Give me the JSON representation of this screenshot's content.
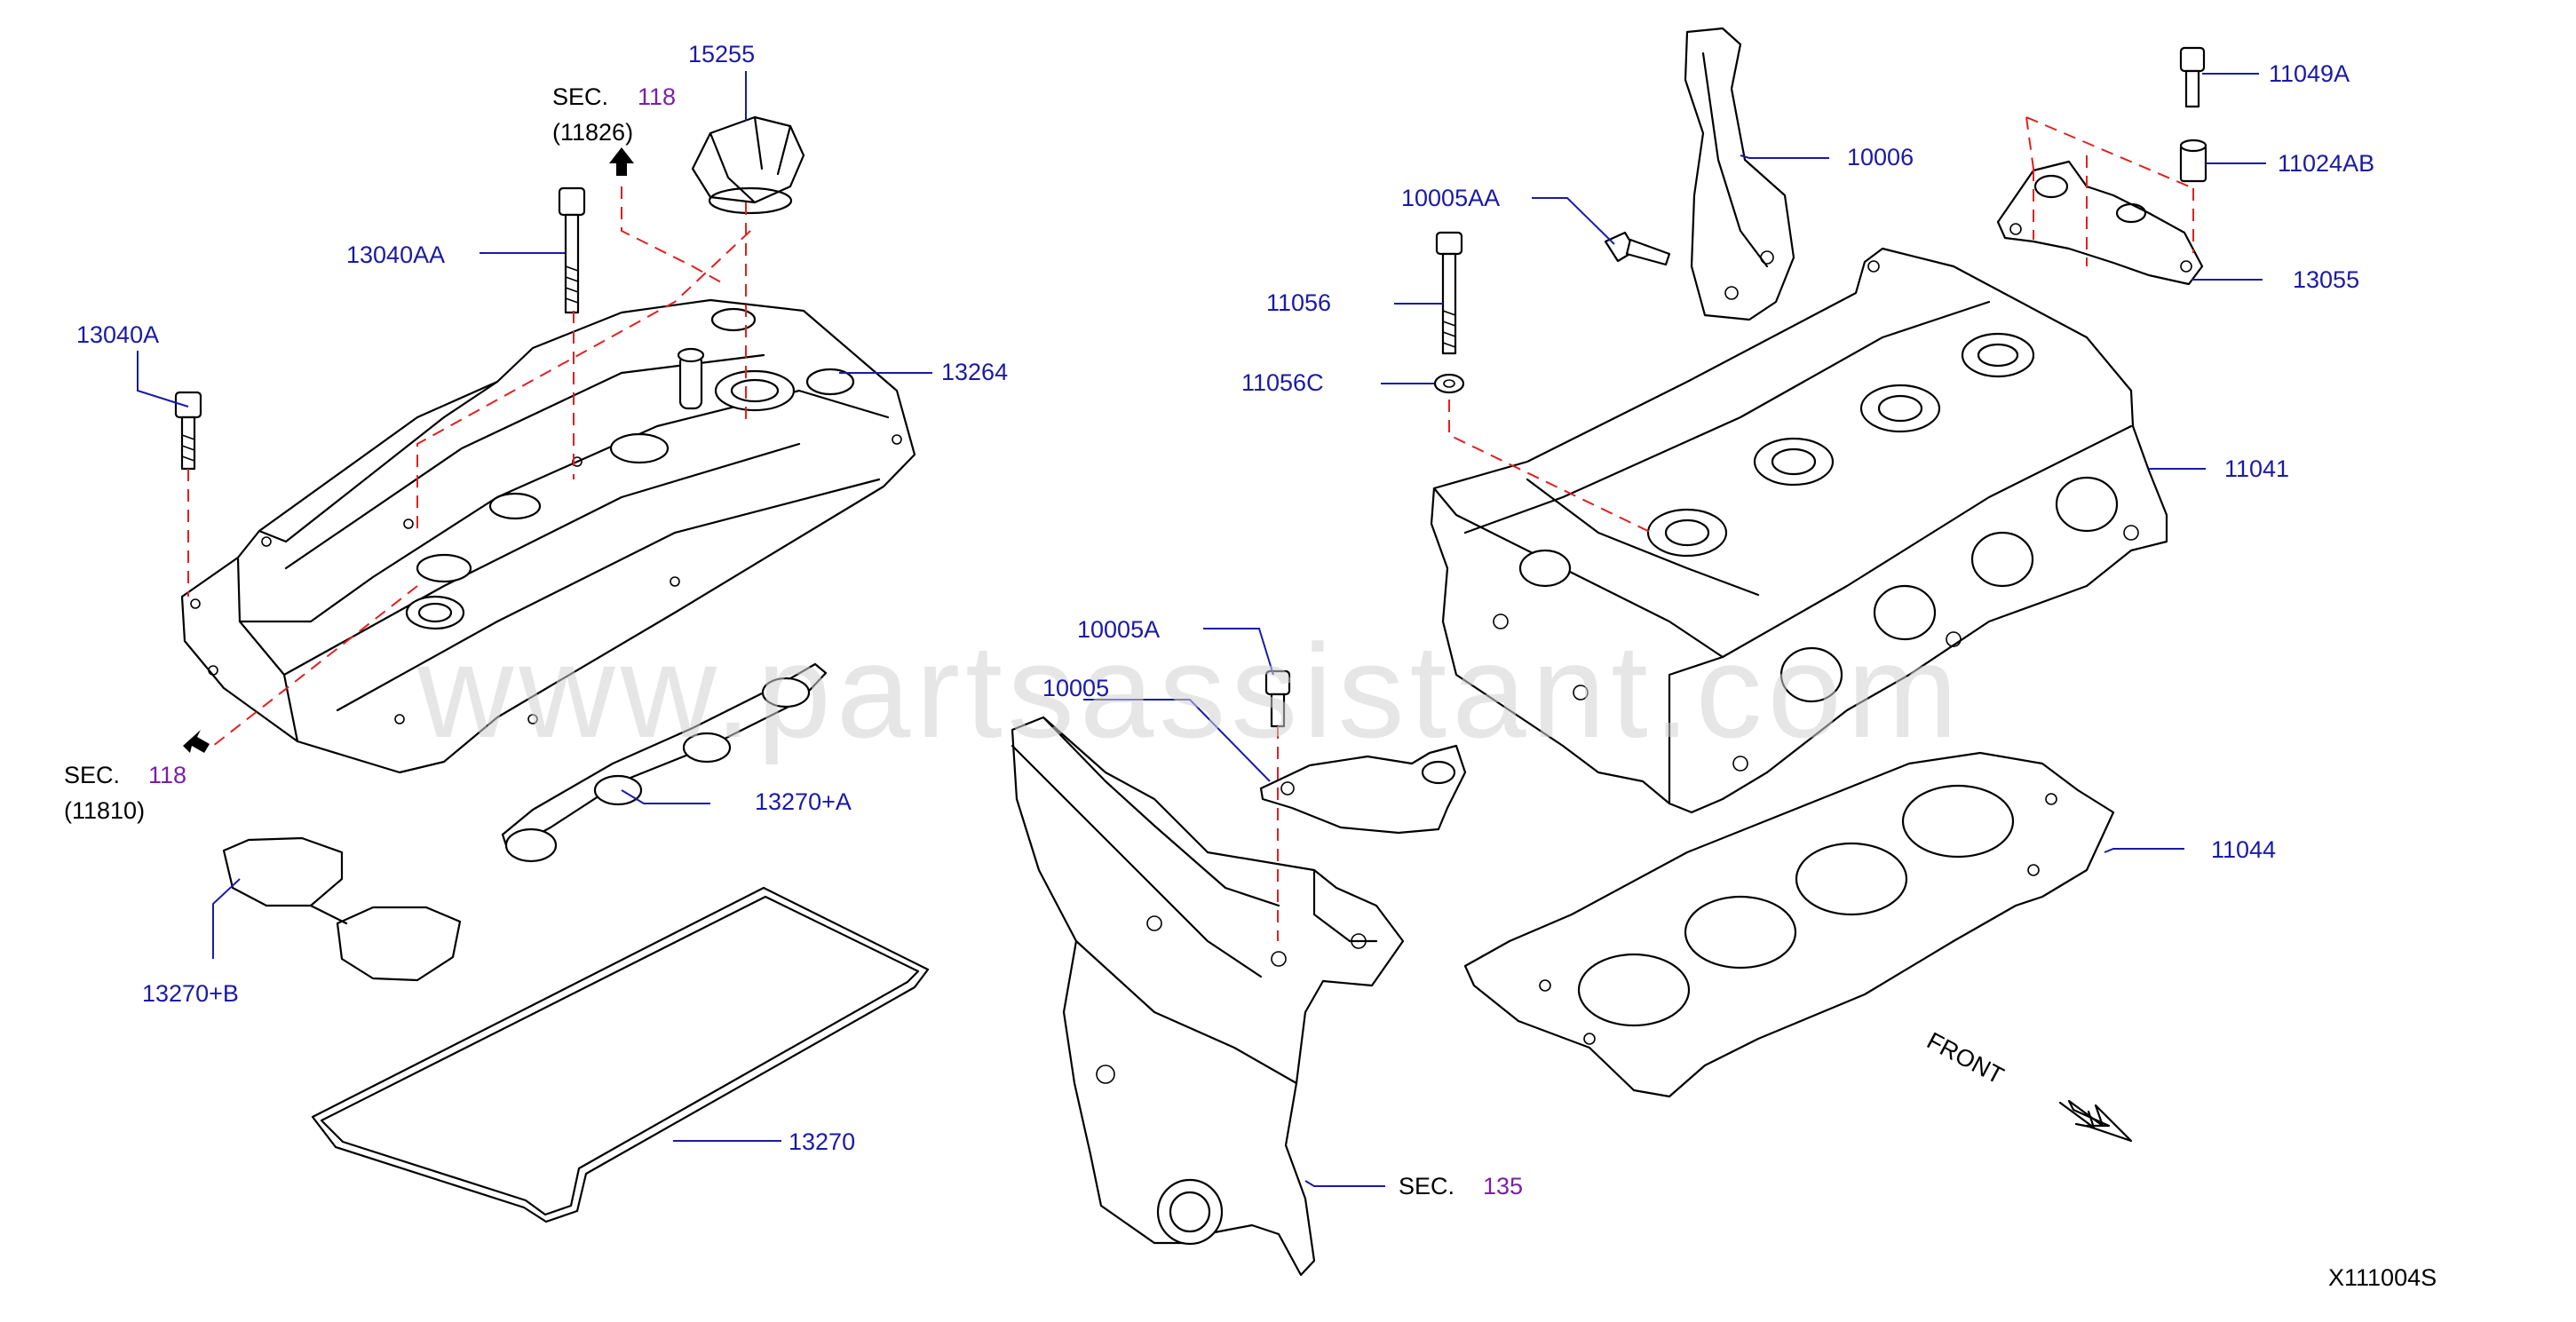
{
  "watermark": "www.partsassistant.com",
  "diagram_code": "X111004S",
  "front_label": "FRONT",
  "part_labels": {
    "p15255": "15255",
    "p13040AA": "13040AA",
    "p13040A": "13040A",
    "p13264": "13264",
    "p13270A": "13270+A",
    "p13270B": "13270+B",
    "p13270": "13270",
    "p10006": "10006",
    "p10005AA": "10005AA",
    "p11056": "11056",
    "p11056C": "11056C",
    "p11049A": "11049A",
    "p11024AB": "11024AB",
    "p13055": "13055",
    "p11041": "11041",
    "p10005A": "10005A",
    "p10005": "10005",
    "p11044": "11044"
  },
  "section_refs": {
    "top": {
      "prefix": "SEC.",
      "number": "118",
      "sub": "(11826)"
    },
    "left": {
      "prefix": "SEC.",
      "number": "118",
      "sub": "(11810)"
    },
    "bottom": {
      "prefix": "SEC.",
      "number": "135"
    }
  }
}
